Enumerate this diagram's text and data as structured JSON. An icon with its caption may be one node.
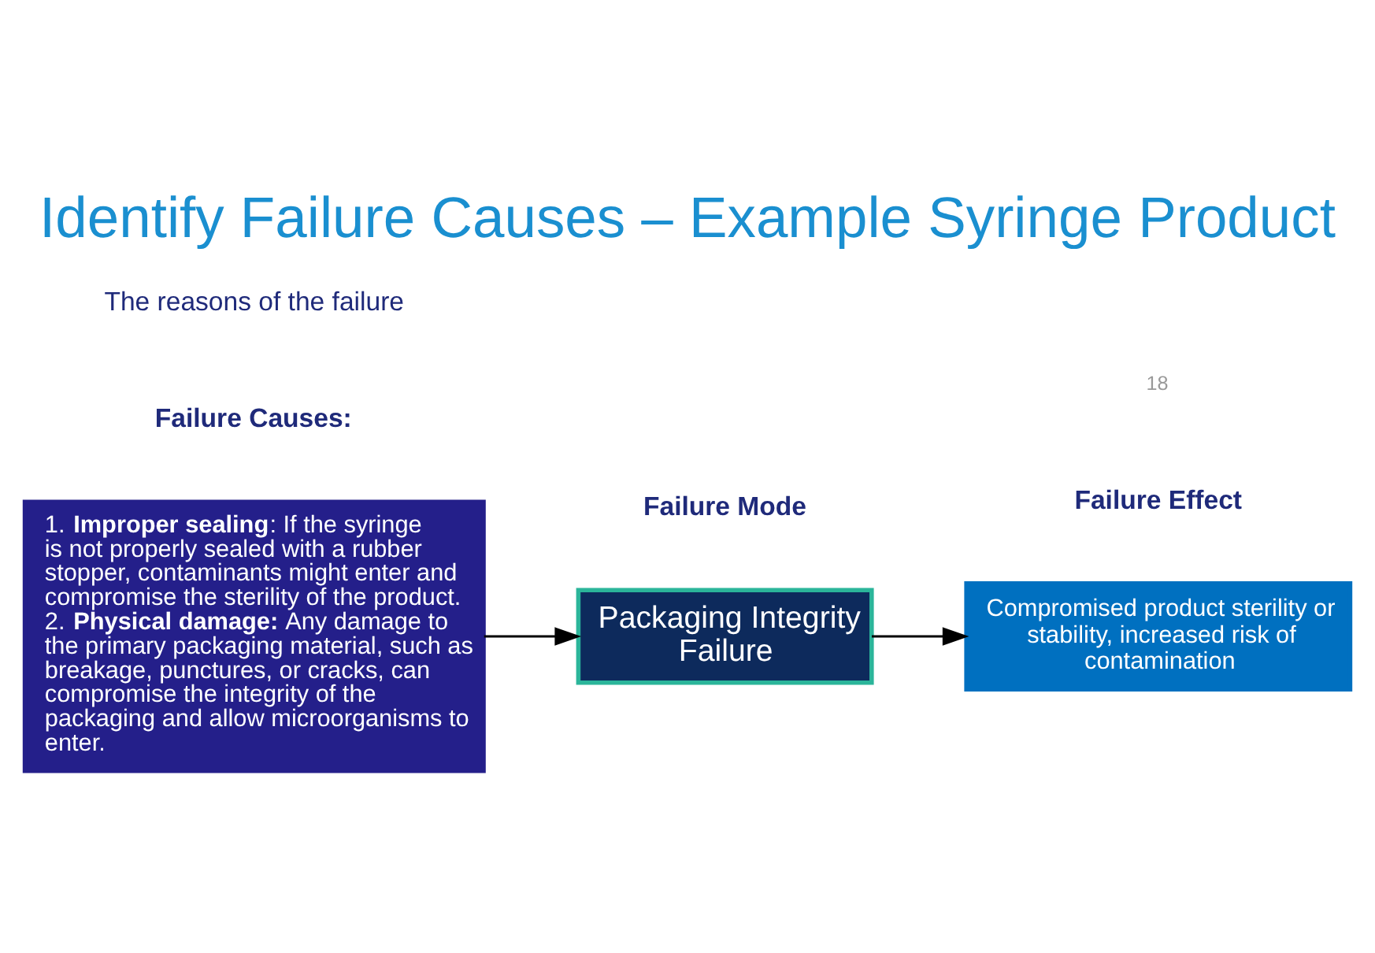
{
  "diagram": {
    "title": "Identify Failure Causes – Example Syringe Product",
    "nodes": [
      {
        "text": [
          "1. **Improper sealing**: If the syringe is not properly sealed with a rubber stopper, contaminants might enter and compromise the sterility of the product.",
          "2. **Physical damage:** Any damage to the primary packaging material, such as breakage, punctures, or cracks, can compromise the integrity of the packaging and allow microorganisms to enter."
        ]
      },
      {
        "text": [
          "Packaging Integrity Failure"
        ]
      },
      {
        "text": [
          "Compromised product sterility or stability, increased risk of contamination"
        ]
      }
    ],
    "edges": [
      {
        "from": 0,
        "to": 1,
        "arrow": "to"
      },
      {
        "from": 1,
        "to": 2,
        "arrow": "to"
      }
    ],
    "labels": [
      "Failure Causes:",
      "The reasons of the failure",
      "Failure Mode",
      "Failure Effect",
      "18"
    ]
  }
}
